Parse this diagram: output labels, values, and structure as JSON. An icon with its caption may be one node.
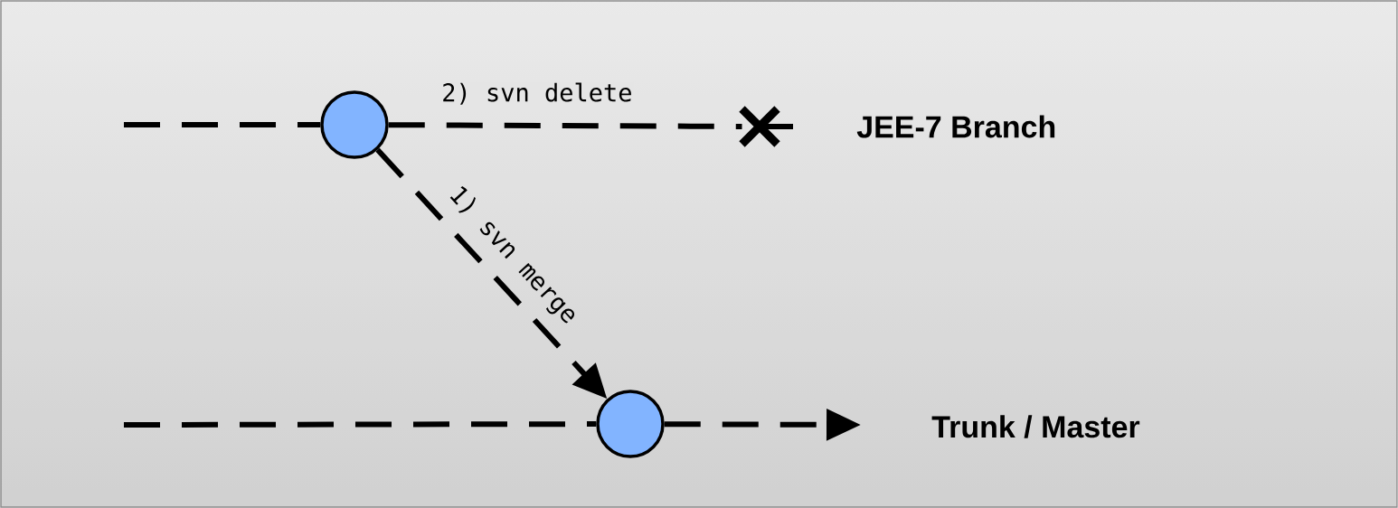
{
  "diagram": {
    "nodes": [
      {
        "text": [],
        "shape": "circle"
      },
      {
        "text": [],
        "shape": "cross"
      },
      {
        "text": [],
        "shape": "circle"
      }
    ],
    "edges": [
      {
        "from": null,
        "to": 0,
        "arrow": "none",
        "style": "dashed"
      },
      {
        "from": 0,
        "to": 1,
        "arrow": "none",
        "style": "dashed",
        "label": "2) svn delete"
      },
      {
        "from": 0,
        "to": 2,
        "arrow": "to",
        "style": "dashed",
        "label": "1) svn merge"
      },
      {
        "from": null,
        "to": 2,
        "arrow": "none",
        "style": "dashed"
      },
      {
        "from": 2,
        "to": null,
        "arrow": "to",
        "style": "dashed"
      }
    ],
    "labels": [
      "JEE-7 Branch",
      "Trunk / Master"
    ]
  }
}
